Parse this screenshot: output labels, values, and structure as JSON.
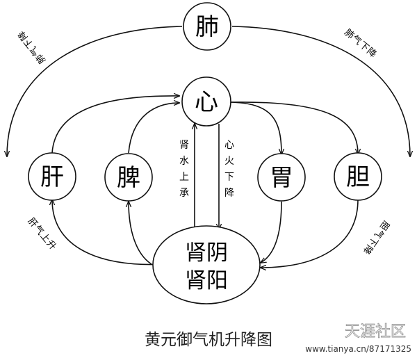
{
  "nodes": {
    "lung": "肺",
    "heart": "心",
    "liver": "肝",
    "spleen": "脾",
    "stomach": "胃",
    "gallbladder": "胆",
    "kidney_yin": "肾阴",
    "kidney_yang": "肾阳"
  },
  "labels": {
    "kidney_water_rises": [
      "肾",
      "水",
      "上",
      "承"
    ],
    "heart_fire_descends": [
      "心",
      "火",
      "下",
      "降"
    ],
    "lung_qi_descends_left": [
      "肺",
      "气",
      "下",
      "降"
    ],
    "lung_qi_descends_right": [
      "肺",
      "气",
      "下",
      "降"
    ],
    "liver_qi_rises": [
      "肝",
      "气",
      "上",
      "升"
    ],
    "gallbladder_qi_descends": [
      "胆",
      "气",
      "下",
      "降"
    ]
  },
  "caption": "黄元御气机升降图",
  "watermark": {
    "site": "天涯社区",
    "url": "www.tianya.cn/87171325"
  }
}
